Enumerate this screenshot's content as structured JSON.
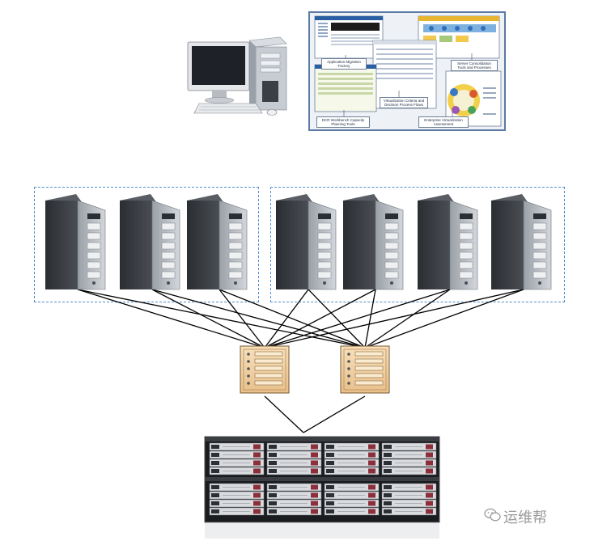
{
  "screenshot": {
    "callouts": [
      "Application Migration Factory",
      "Server Consolidation Tools and Processes",
      "Virtualization Criteria and Decision Process Flows",
      "DCR Workbench Capacity Planning Tools",
      "Enterprise Virtualization Assessment"
    ]
  },
  "watermark": {
    "text": "运维帮"
  },
  "colors": {
    "group_border": "#4f8ec9",
    "link_line": "#000000",
    "storage_tan": "#f2d3a8"
  }
}
